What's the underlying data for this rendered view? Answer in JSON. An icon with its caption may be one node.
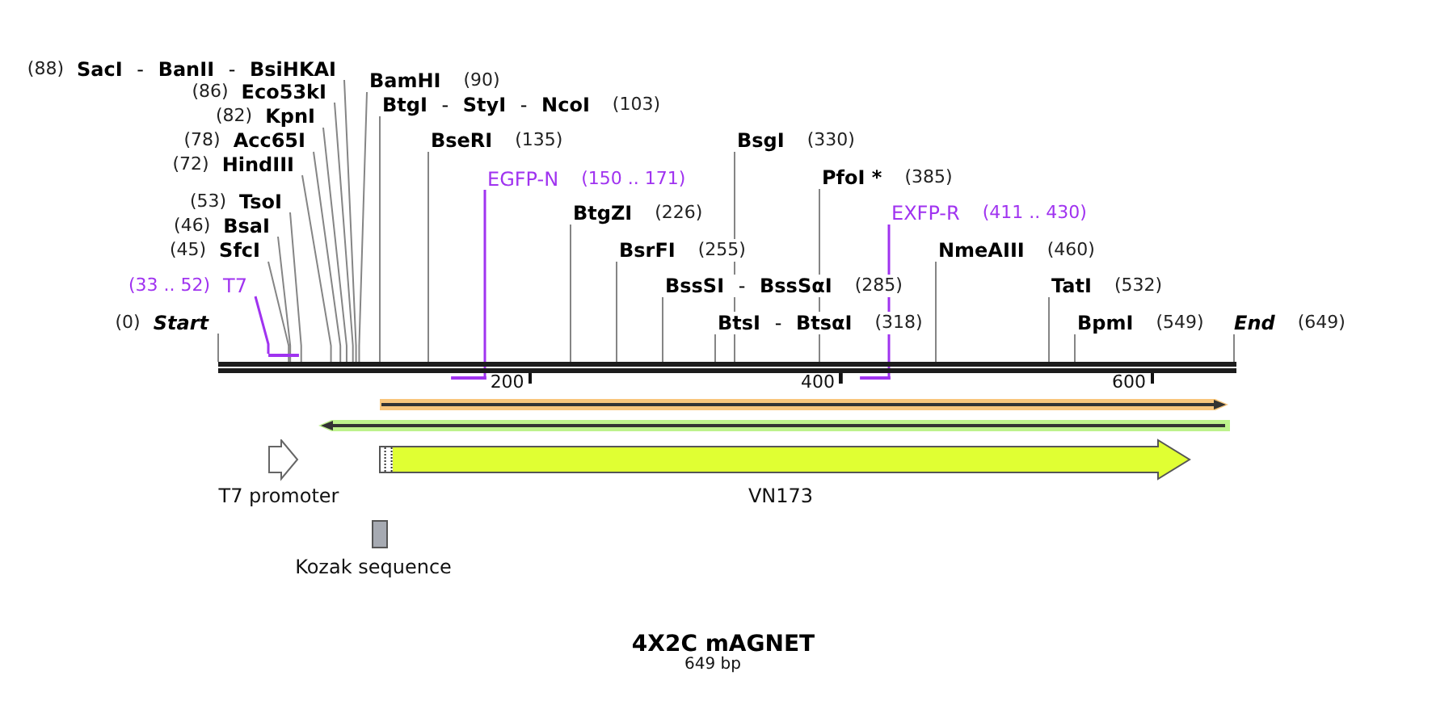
{
  "diagram": {
    "title": "4X2C mAGNET",
    "nodes": [
      {
        "text": [
          "(88)",
          "**SacI** - **BanII** - **BsiHKAI**"
        ]
      },
      {
        "text": [
          "BamHI",
          "(90)"
        ]
      },
      {
        "text": [
          "(86)",
          "Eco53kI"
        ]
      },
      {
        "text": [
          "**BtgI** - **StyI** - **NcoI**",
          "(103)"
        ]
      },
      {
        "text": [
          "(82)",
          "KpnI"
        ]
      },
      {
        "text": [
          "(78)",
          "Acc65I"
        ]
      },
      {
        "text": [
          "BseRI",
          "(135)"
        ]
      },
      {
        "text": [
          "BsgI",
          "(330)"
        ]
      },
      {
        "text": [
          "(72)",
          "HindIII"
        ]
      },
      {
        "text": [
          "EGFP-N",
          "(150 .. 171)"
        ]
      },
      {
        "text": [
          "PfoI *",
          "(385)"
        ]
      },
      {
        "text": [
          "(53)",
          "TsoI"
        ]
      },
      {
        "text": [
          "BtgZI",
          "(226)"
        ]
      },
      {
        "text": [
          "EXFP-R",
          "(411 .. 430)"
        ]
      },
      {
        "text": [
          "(46)",
          "BsaI"
        ]
      },
      {
        "text": [
          "(45)",
          "SfcI"
        ]
      },
      {
        "text": [
          "BsrFI",
          "(255)"
        ]
      },
      {
        "text": [
          "NmeAIII",
          "(460)"
        ]
      },
      {
        "text": [
          "(33 .. 52)",
          "T7"
        ]
      },
      {
        "text": [
          "**BssSI** - **BssSαI**",
          "(285)"
        ]
      },
      {
        "text": [
          "TatI",
          "(532)"
        ]
      },
      {
        "text": [
          "(0)",
          "Start"
        ]
      },
      {
        "text": [
          "**BtsI** - **BtsαI**",
          "(318)"
        ]
      },
      {
        "text": [
          "BpmI",
          "(549)"
        ]
      },
      {
        "text": [
          "End",
          "(649)"
        ]
      },
      {
        "text": [],
        "shape": "bar"
      },
      {
        "text": [],
        "shape": "bar"
      },
      {
        "text": [],
        "shape": "bar"
      },
      {
        "text": [],
        "shape": "bar"
      },
      {
        "text": [],
        "shape": "arrow"
      },
      {
        "text": [],
        "shape": "arrow"
      },
      {
        "text": [
          "T7 promoter"
        ]
      },
      {
        "text": [
          "VN173"
        ]
      },
      {
        "text": [
          "Kozak sequence"
        ]
      }
    ],
    "edges": [
      {
        "from": 0,
        "to": 26,
        "arrow": "none"
      },
      {
        "from": 1,
        "to": 26,
        "arrow": "none"
      },
      {
        "from": 2,
        "to": 26,
        "arrow": "none"
      },
      {
        "from": 3,
        "to": 26,
        "arrow": "none"
      },
      {
        "from": 4,
        "to": 26,
        "arrow": "none"
      },
      {
        "from": 5,
        "to": 26,
        "arrow": "none"
      },
      {
        "from": 6,
        "to": 26,
        "arrow": "none"
      },
      {
        "from": 7,
        "to": 26,
        "arrow": "none"
      },
      {
        "from": 8,
        "to": 26,
        "arrow": "none"
      },
      {
        "from": 9,
        "to": 27,
        "arrow": "none",
        "color": "#a033f0"
      },
      {
        "from": 10,
        "to": 26,
        "arrow": "none"
      },
      {
        "from": 11,
        "to": 26,
        "arrow": "none"
      },
      {
        "from": 12,
        "to": 26,
        "arrow": "none"
      },
      {
        "from": 13,
        "to": 28,
        "arrow": "none",
        "color": "#a033f0"
      },
      {
        "from": 14,
        "to": 26,
        "arrow": "none"
      },
      {
        "from": 15,
        "to": 26,
        "arrow": "none"
      },
      {
        "from": 16,
        "to": 26,
        "arrow": "none"
      },
      {
        "from": 17,
        "to": 26,
        "arrow": "none"
      },
      {
        "from": 18,
        "to": 25,
        "arrow": "none",
        "color": "#a033f0"
      },
      {
        "from": 19,
        "to": 26,
        "arrow": "none"
      },
      {
        "from": 20,
        "to": 26,
        "arrow": "none"
      },
      {
        "from": 21,
        "to": 26,
        "arrow": "none"
      },
      {
        "from": 22,
        "to": 26,
        "arrow": "none"
      },
      {
        "from": 23,
        "to": 26,
        "arrow": "none"
      },
      {
        "from": 24,
        "to": 26,
        "arrow": "none"
      }
    ],
    "labels": [
      "200",
      "400",
      "600",
      "649 bp"
    ]
  }
}
